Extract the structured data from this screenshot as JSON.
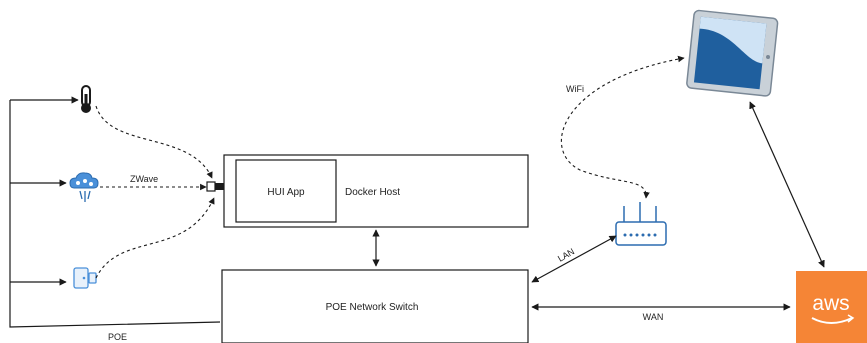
{
  "labels": {
    "hui_app": "HUI App",
    "docker_host": "Docker Host",
    "poe_switch": "POE Network Switch",
    "zwave": "ZWave",
    "wifi": "WiFi",
    "lan": "LAN",
    "wan": "WAN",
    "poe": "POE",
    "aws_logo": "aws"
  },
  "colors": {
    "line": "#1a1a1a",
    "sensor_blue": "#4a90d9",
    "tablet_frame": "#7a8896",
    "tablet_screen_light": "#cfe3f5",
    "tablet_screen_dark": "#1f5f9e",
    "aws_orange": "#f58536"
  },
  "icons": {
    "thermometer": "thermometer-icon",
    "weather_sensor": "weather-sensor-icon",
    "door_sensor": "door-sensor-icon",
    "zwave_dongle": "zwave-dongle-icon",
    "router": "wifi-router-icon",
    "tablet": "tablet-icon",
    "aws": "aws-logo-icon"
  }
}
